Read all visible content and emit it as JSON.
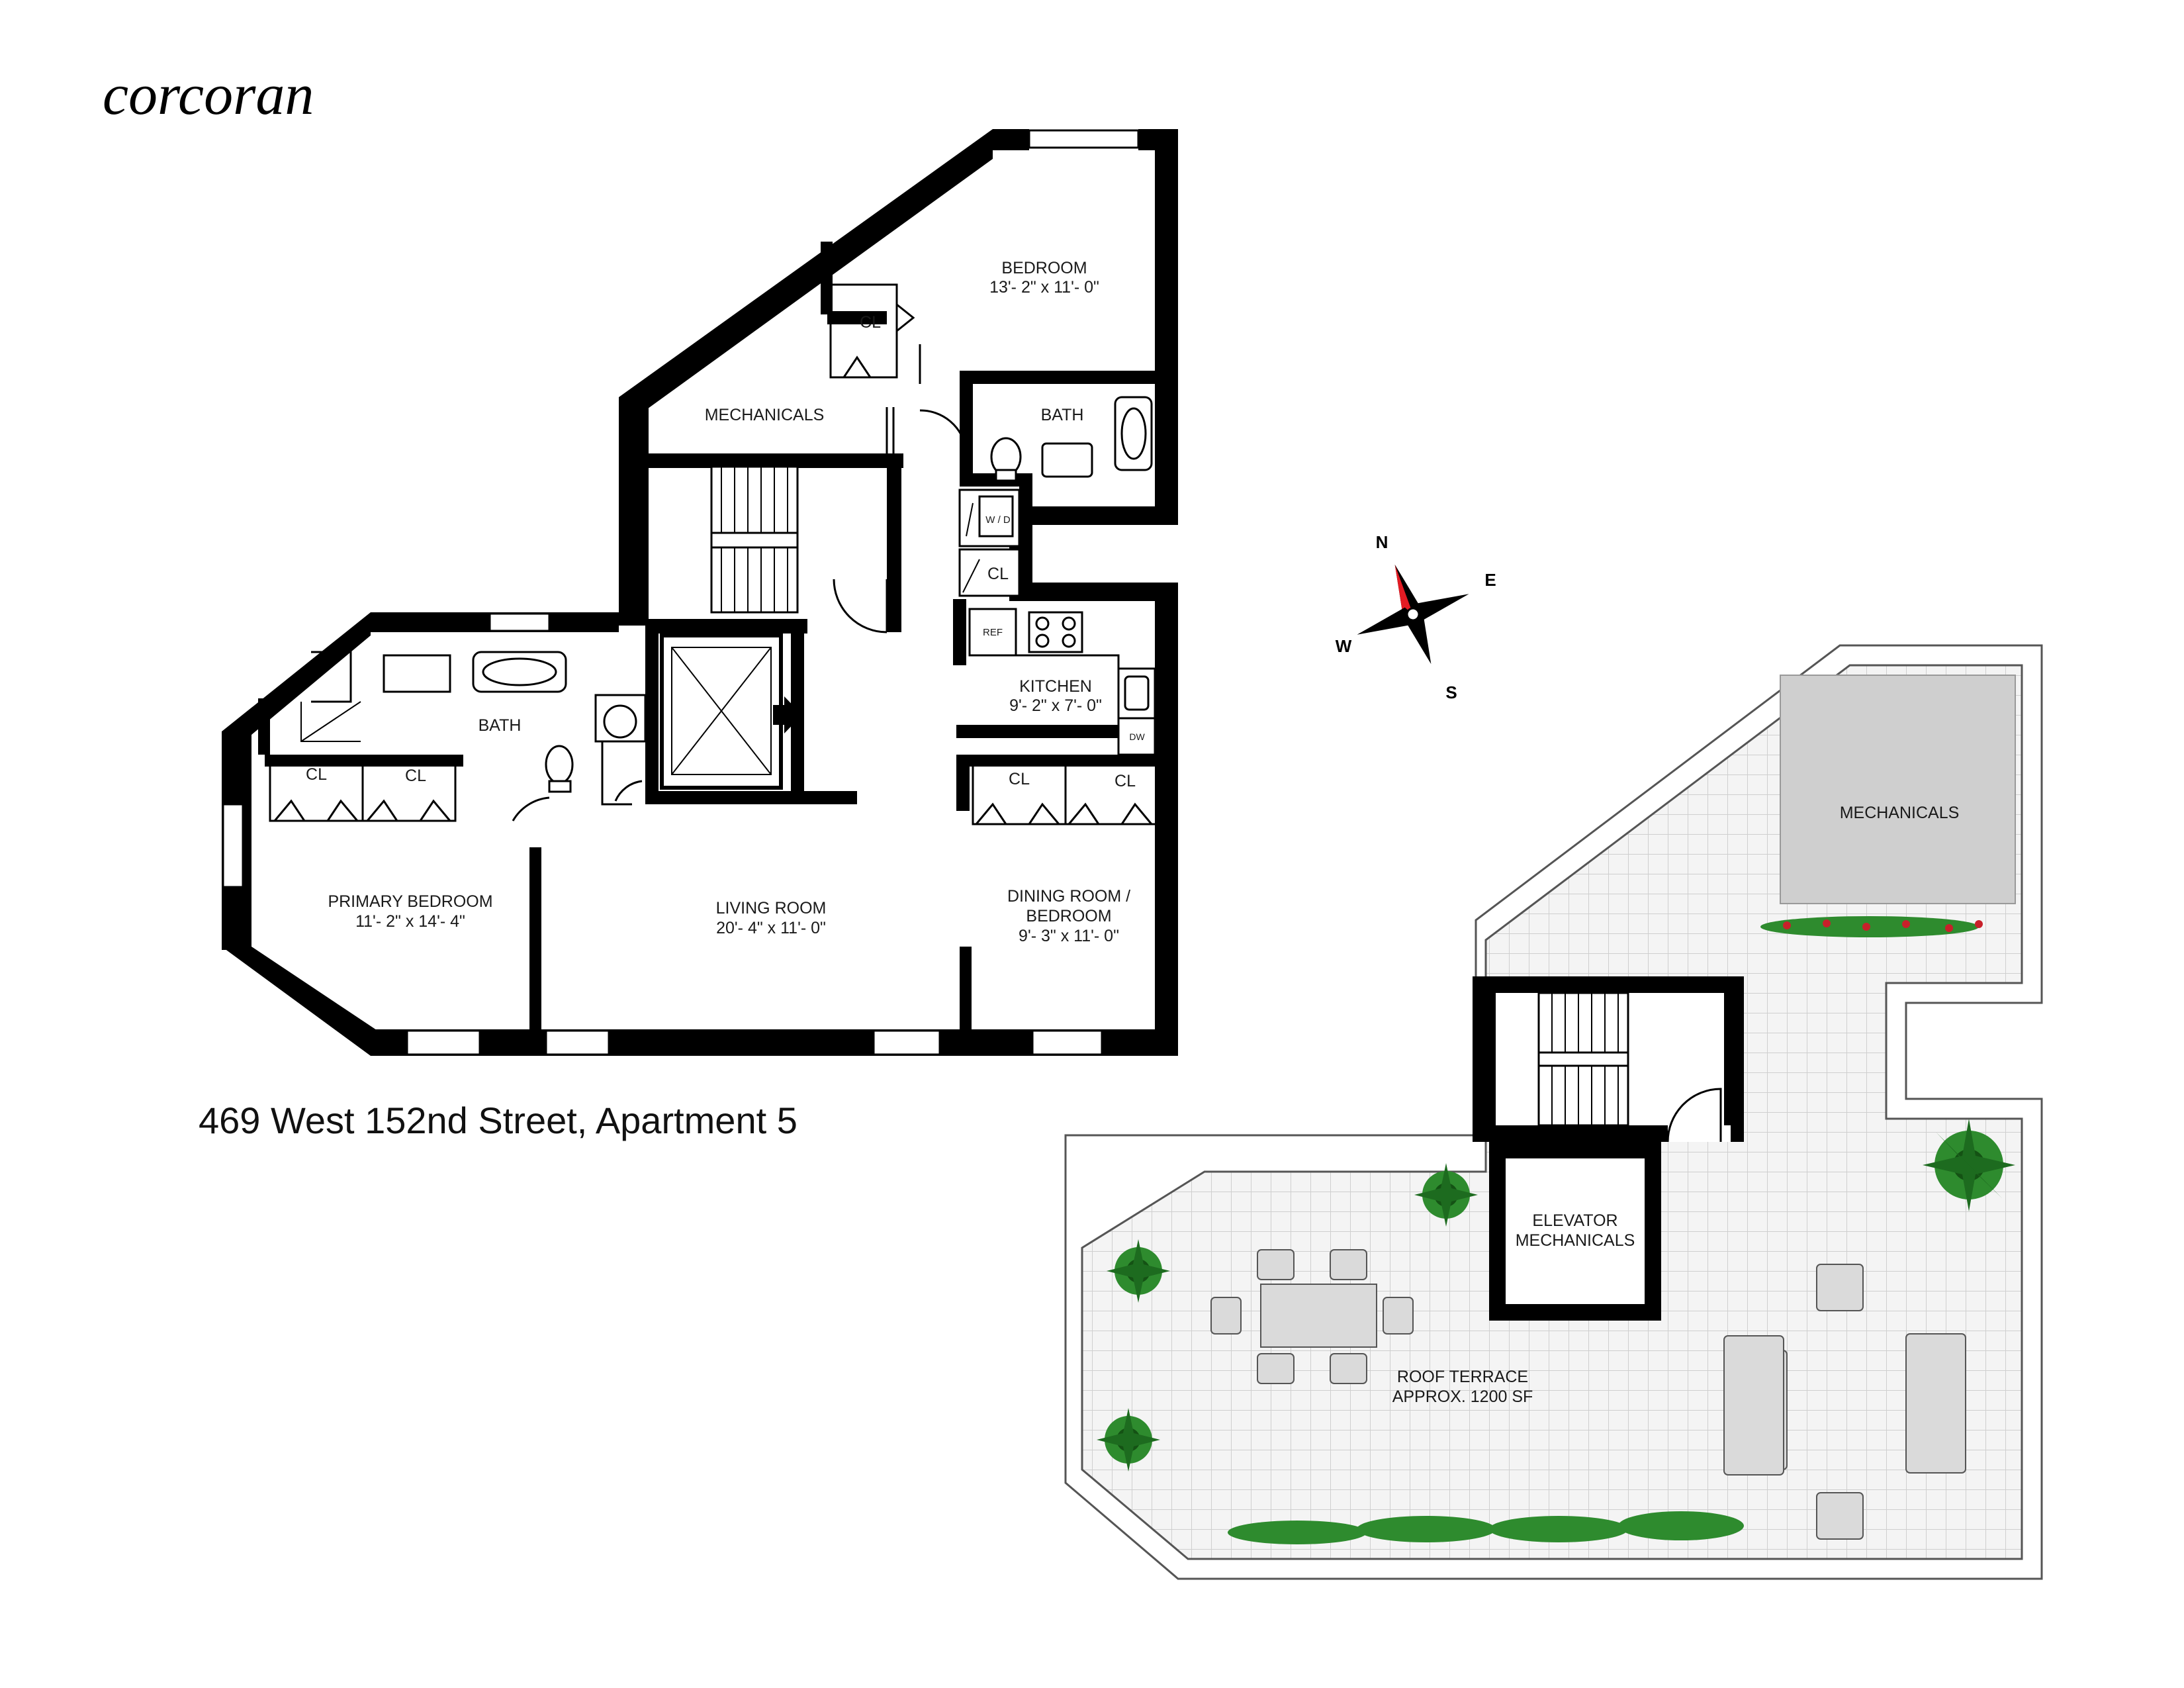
{
  "brand": {
    "logo_text": "corcoran"
  },
  "address": "469 West 152nd Street, Apartment 5",
  "apartment": {
    "rooms": {
      "bedroom": {
        "name": "BEDROOM",
        "dims": "13'- 2\" x 11'- 0\""
      },
      "mechanicals": {
        "name": "MECHANICALS"
      },
      "bath_upper": {
        "name": "BATH"
      },
      "closet_upper": {
        "name": "CL"
      },
      "wd_closet": {
        "name": "W / D"
      },
      "closet_hall": {
        "name": "CL"
      },
      "kitchen": {
        "name": "KITCHEN",
        "dims": "9'- 2\" x 7'- 0\""
      },
      "ref": {
        "name": "REF"
      },
      "dw": {
        "name": "DW"
      },
      "bath_lower": {
        "name": "BATH"
      },
      "closet_p1": {
        "name": "CL"
      },
      "closet_p2": {
        "name": "CL"
      },
      "primary_bedroom": {
        "name": "PRIMARY BEDROOM",
        "dims": "11'- 2\" x 14'- 4\""
      },
      "living_room": {
        "name": "LIVING ROOM",
        "dims": "20'- 4\" x 11'- 0\""
      },
      "closet_d1": {
        "name": "CL"
      },
      "closet_d2": {
        "name": "CL"
      },
      "dining_room": {
        "name_line1": "DINING ROOM /",
        "name_line2": "BEDROOM",
        "dims": "9'- 3\" x 11'- 0\""
      }
    }
  },
  "compass": {
    "n": "N",
    "e": "E",
    "s": "S",
    "w": "W",
    "needle_color": "#e31b23"
  },
  "roof": {
    "mechanicals": {
      "name": "MECHANICALS"
    },
    "elevator": {
      "line1": "ELEVATOR",
      "line2": "MECHANICALS"
    },
    "terrace": {
      "line1": "ROOF TERRACE",
      "line2": "APPROX. 1200 SF"
    }
  },
  "colors": {
    "wall": "#000000",
    "tile_line": "#cfcfcf",
    "tile_fill": "#f4f4f4",
    "furniture": "#dadada",
    "plant_green": "#1d6b1f",
    "flower_red": "#c8202a"
  }
}
